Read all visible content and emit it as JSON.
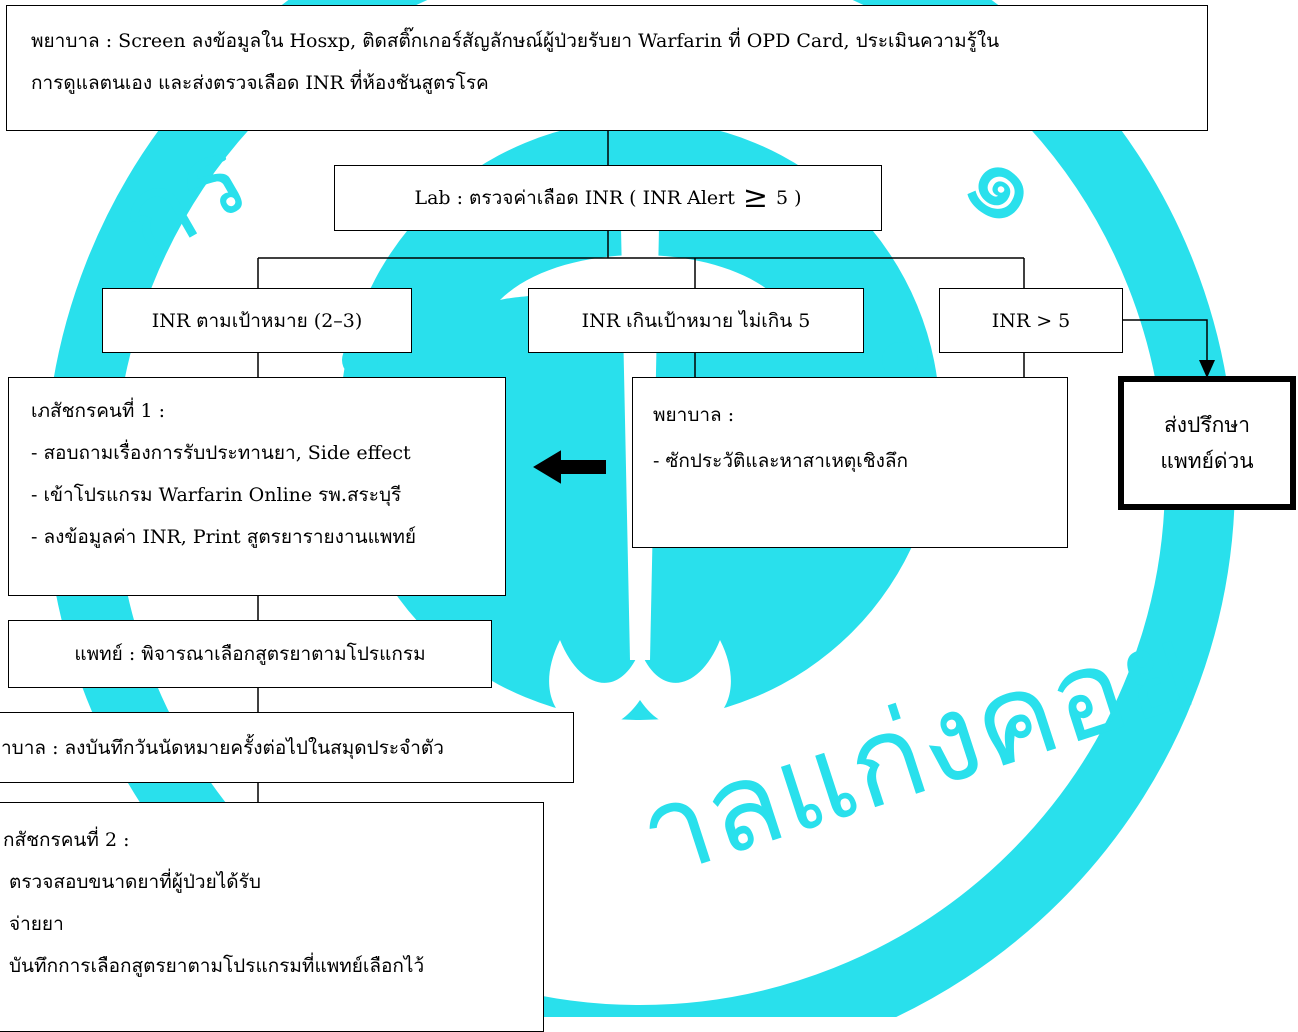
{
  "nurse_top": {
    "line1": "พยาบาล : Screen ลงข้อมูลใน Hosxp, ติดสติ๊กเกอร์สัญลักษณ์ผู้ป่วยรับยา Warfarin ที่ OPD Card, ประเมินความรู้ใน",
    "line2": "การดูแลตนเอง และส่งตรวจเลือด INR ที่ห้องชันสูตรโรค"
  },
  "lab": {
    "label": "Lab : ตรวจค่าเลือด INR ( INR Alert",
    "symbol": "≥",
    "value": "5 )"
  },
  "inr_target": {
    "label": "INR ตามเป้าหมาย (2–3)"
  },
  "inr_over": {
    "label": "INR เกินเป้าหมาย ไม่เกิน 5"
  },
  "inr_high": {
    "label": "INR > 5"
  },
  "pharmacist1": {
    "title": "เภสัชกรคนที่ 1  :",
    "items": [
      "- สอบถามเรื่องการรับประทานยา, Side effect",
      "- เข้าโปรแกรม Warfarin Online รพ.สระบุรี",
      "- ลงข้อมูลค่า INR, Print สูตรยารายงานแพทย์"
    ]
  },
  "nurse_mid": {
    "title": "พยาบาล :",
    "item": "- ซักประวัติและหาสาเหตุเชิงลึก"
  },
  "urgent": {
    "line1": "ส่งปรึกษา",
    "line2": "แพทย์ด่วน"
  },
  "doctor": {
    "label": "แพทย์ : พิจารณาเลือกสูตรยาตามโปรแกรม"
  },
  "nurse_appt": {
    "label": "าบาล : ลงบันทึกวันนัดหมายครั้งต่อไปในสมุดประจำตัว"
  },
  "pharmacist2": {
    "title": "กสัชกรคนที่ 2 :",
    "items": [
      "ตรวจสอบขนาดยาที่ผู้ป่วยได้รับ",
      "จ่ายยา",
      "บันทึกการเลือกสูตรยาตามโปรแกรมที่แพทย์เลือกไว้"
    ]
  },
  "watermark": {
    "text": "าลแก่งคอย",
    "color": "#29e0ec"
  },
  "colors": {
    "watermark": "#29e0ec",
    "line": "#000000"
  }
}
